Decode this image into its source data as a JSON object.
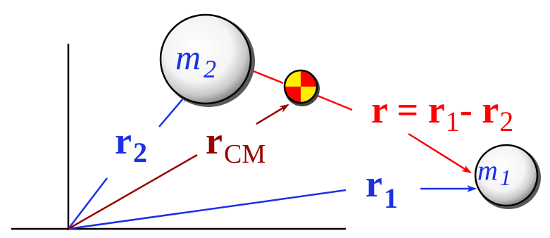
{
  "colors": {
    "axes": "#000000",
    "position_vectors": "#1a2fe8",
    "cm_vector": "#990000",
    "relative_vector": "#ff0000",
    "mass_label": "#1a2fe8",
    "cm_marker_red": "#ff0000",
    "cm_marker_yellow": "#ffee00"
  },
  "labels": {
    "m2_base": "m",
    "m2_sub": "2",
    "m1_base": "m",
    "m1_sub": "1",
    "r2_base": "r",
    "r2_sub": "2",
    "rcm_base": "r",
    "rcm_sub": "CM",
    "r1_base": "r",
    "r1_sub": "1",
    "rel_lhs": "r = ",
    "rel_a_base": "r",
    "rel_a_sub": "1",
    "rel_minus": "- ",
    "rel_b_base": "r",
    "rel_b_sub": "2"
  },
  "icons": {
    "mass_2": "sphere-icon",
    "mass_1": "sphere-icon",
    "center_of_mass": "center-of-mass-marker-icon"
  }
}
